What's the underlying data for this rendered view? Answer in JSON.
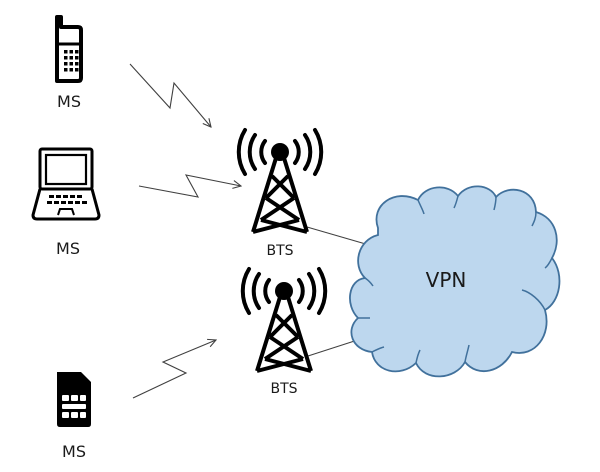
{
  "diagram": {
    "type": "network-topology",
    "colors": {
      "icon": "#000000",
      "cloud_fill": "#BDD7EE",
      "cloud_stroke": "#41719C",
      "connector": "#404040"
    },
    "nodes": [
      {
        "id": "ms-phone",
        "kind": "mobile-phone",
        "label": "MS"
      },
      {
        "id": "ms-laptop",
        "kind": "laptop",
        "label": "MS"
      },
      {
        "id": "ms-sim",
        "kind": "sim-card",
        "label": "MS"
      },
      {
        "id": "bts-1",
        "kind": "antenna-tower",
        "label": "BTS"
      },
      {
        "id": "bts-2",
        "kind": "antenna-tower",
        "label": "BTS"
      },
      {
        "id": "vpn",
        "kind": "cloud",
        "label": "VPN"
      }
    ],
    "edges": [
      {
        "from": "ms-phone",
        "to": "bts-1",
        "style": "wireless-bolt-arrow"
      },
      {
        "from": "ms-laptop",
        "to": "bts-1",
        "style": "wireless-bolt-arrow"
      },
      {
        "from": "ms-sim",
        "to": "bts-2",
        "style": "wireless-bolt-arrow"
      },
      {
        "from": "bts-1",
        "to": "vpn",
        "style": "line"
      },
      {
        "from": "bts-2",
        "to": "vpn",
        "style": "line"
      }
    ]
  }
}
